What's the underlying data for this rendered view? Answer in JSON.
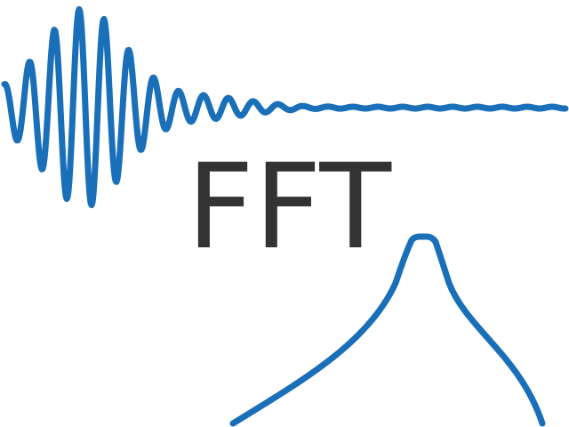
{
  "logo": {
    "title": "FFT",
    "colors": {
      "signal": "#1a6fb9",
      "spectrum": "#1a6fb9",
      "text": "#333333"
    },
    "icons": [
      "time-signal-wave",
      "frequency-spectrum-peak"
    ]
  }
}
